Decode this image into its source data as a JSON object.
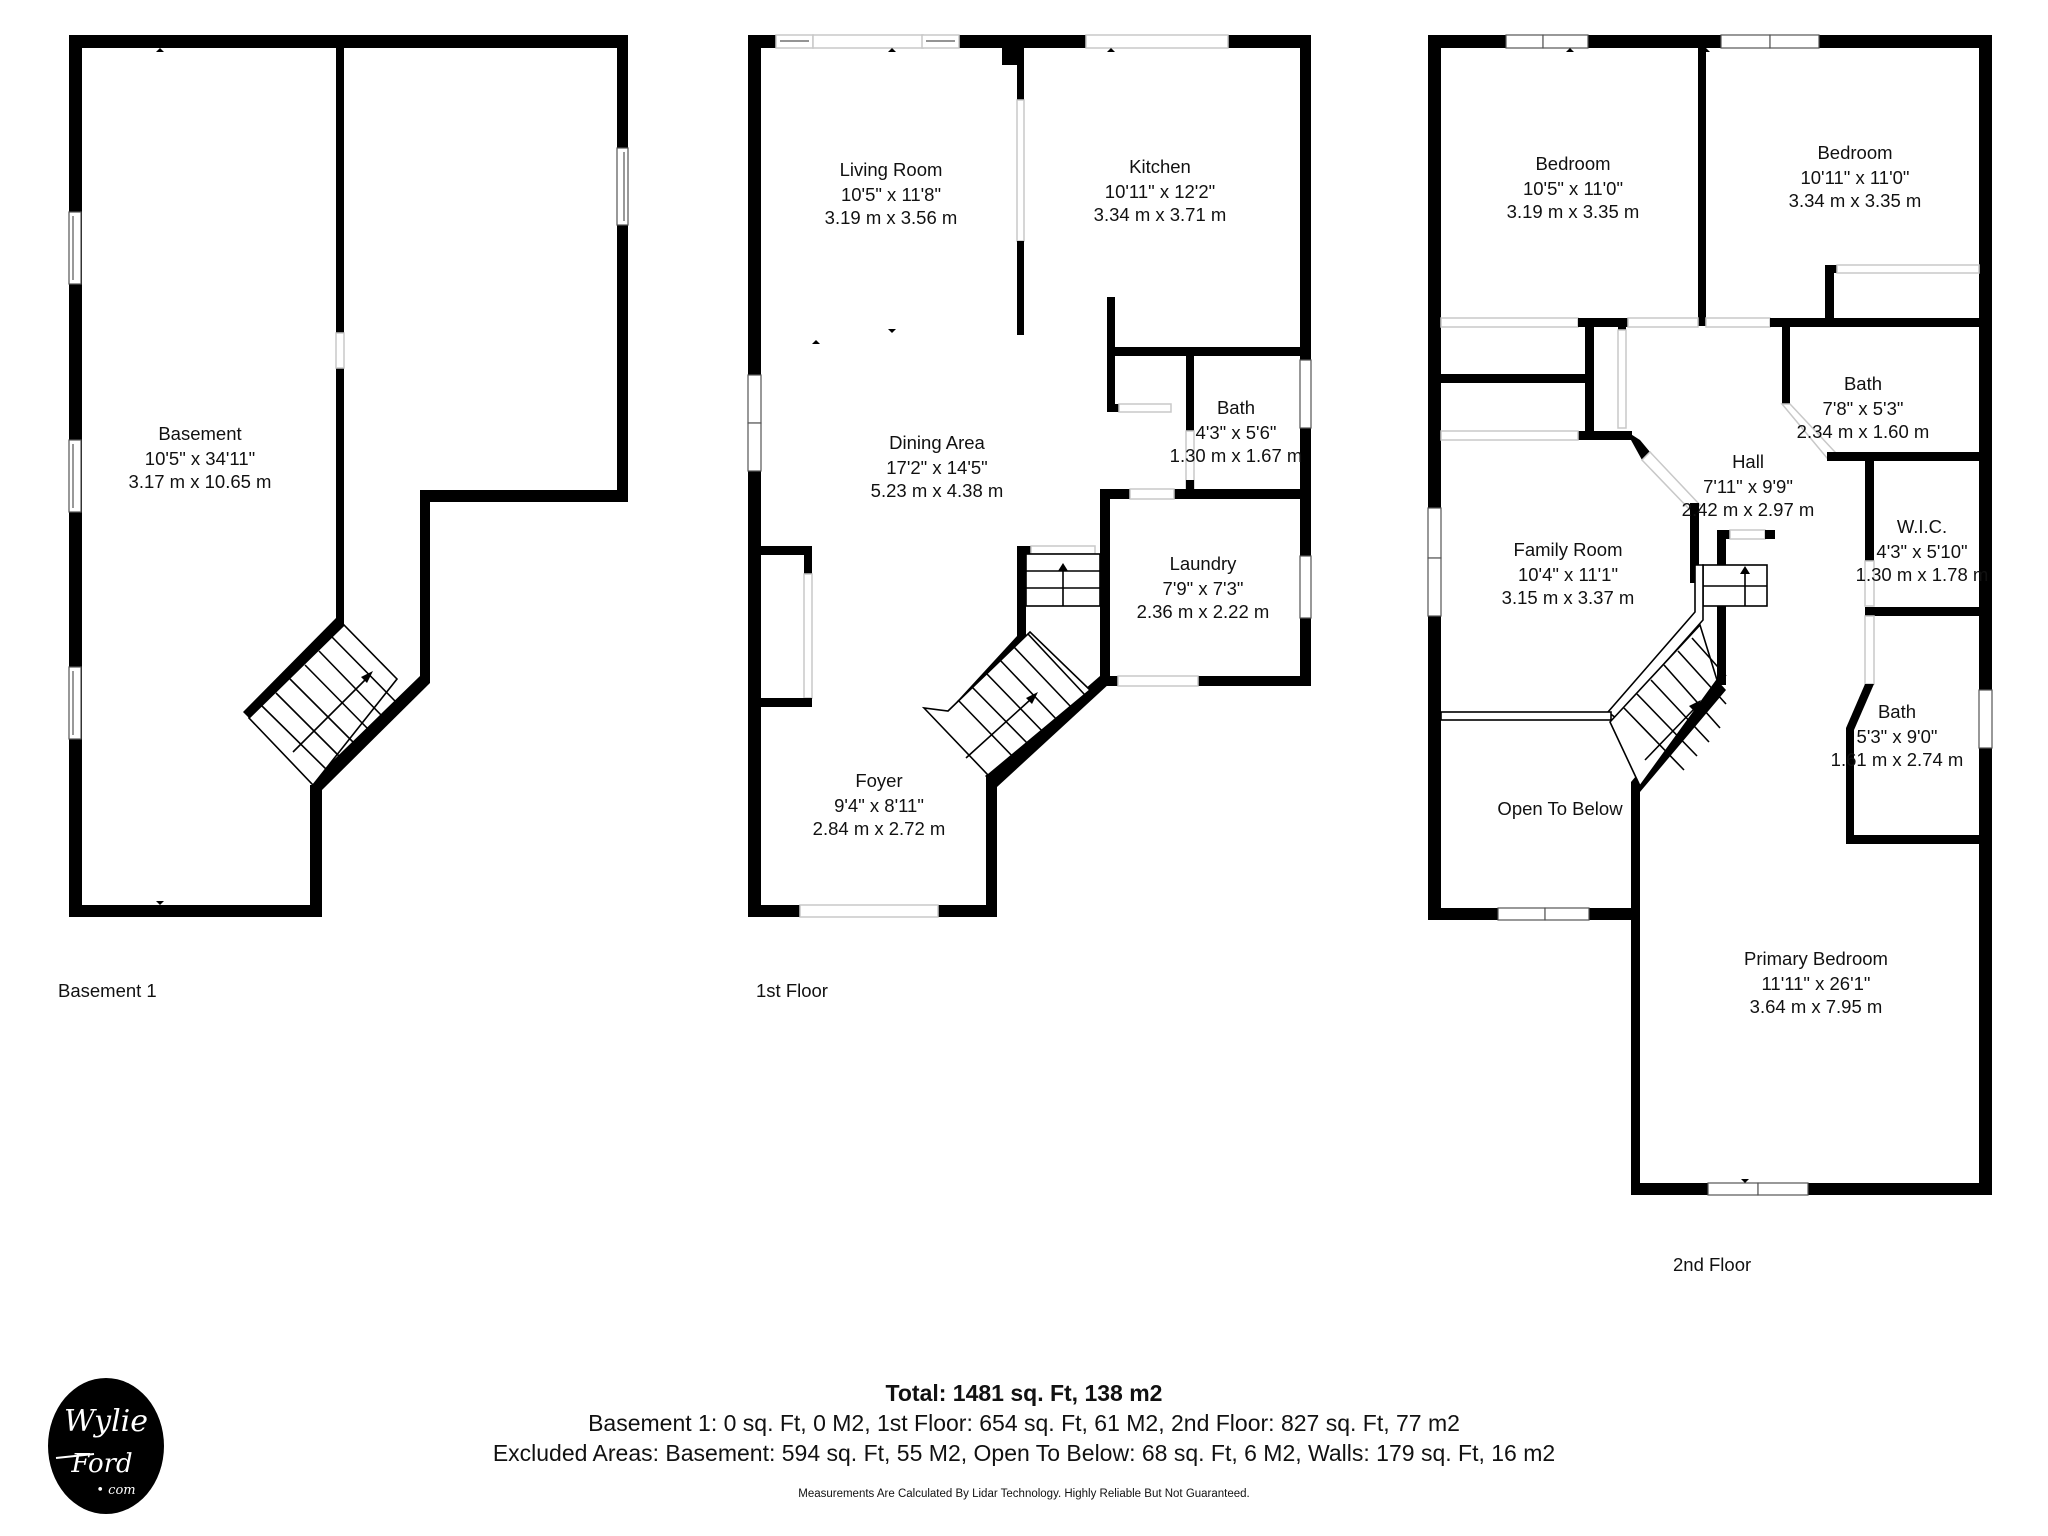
{
  "plans": {
    "basement": {
      "floor_label": "Basement 1",
      "rooms": [
        {
          "name": "Basement",
          "imperial": "10'5\" x 34'11\"",
          "metric": "3.17 m x 10.65 m"
        }
      ]
    },
    "first_floor": {
      "floor_label": "1st Floor",
      "rooms": [
        {
          "name": "Living Room",
          "imperial": "10'5\" x 11'8\"",
          "metric": "3.19 m x 3.56 m"
        },
        {
          "name": "Kitchen",
          "imperial": "10'11\" x 12'2\"",
          "metric": "3.34 m x 3.71 m"
        },
        {
          "name": "Bath",
          "imperial": "4'3\" x 5'6\"",
          "metric": "1.30 m x 1.67 m"
        },
        {
          "name": "Dining Area",
          "imperial": "17'2\" x 14'5\"",
          "metric": "5.23 m x 4.38 m"
        },
        {
          "name": "Laundry",
          "imperial": "7'9\" x 7'3\"",
          "metric": "2.36 m x 2.22 m"
        },
        {
          "name": "Foyer",
          "imperial": "9'4\" x 8'11\"",
          "metric": "2.84 m x 2.72 m"
        }
      ]
    },
    "second_floor": {
      "floor_label": "2nd Floor",
      "rooms": [
        {
          "name": "Bedroom",
          "imperial": "10'5\" x 11'0\"",
          "metric": "3.19 m x 3.35 m"
        },
        {
          "name": "Bedroom",
          "imperial": "10'11\" x 11'0\"",
          "metric": "3.34 m x 3.35 m"
        },
        {
          "name": "Bath",
          "imperial": "7'8\" x 5'3\"",
          "metric": "2.34 m x 1.60 m"
        },
        {
          "name": "Hall",
          "imperial": "7'11\" x 9'9\"",
          "metric": "2.42 m x 2.97 m"
        },
        {
          "name": "W.I.C.",
          "imperial": "4'3\" x 5'10\"",
          "metric": "1.30 m x 1.78 m"
        },
        {
          "name": "Family Room",
          "imperial": "10'4\" x 11'1\"",
          "metric": "3.15 m x 3.37 m"
        },
        {
          "name": "Bath",
          "imperial": "5'3\" x 9'0\"",
          "metric": "1.61 m x 2.74 m"
        },
        {
          "name": "Open To Below",
          "imperial": "",
          "metric": ""
        },
        {
          "name": "Primary Bedroom",
          "imperial": "11'11\" x 26'1\"",
          "metric": "3.64 m x 7.95 m"
        }
      ]
    }
  },
  "summary": {
    "total": "Total: 1481 sq. Ft, 138 m2",
    "floors": "Basement 1: 0 sq. Ft, 0 M2, 1st Floor: 654 sq. Ft, 61 M2, 2nd Floor: 827 sq. Ft, 77 m2",
    "excluded": "Excluded Areas: Basement: 594 sq. Ft, 55 M2, Open To Below: 68 sq. Ft, 6 M2, Walls: 179 sq. Ft, 16 m2",
    "disclaimer": "Measurements Are Calculated By Lidar Technology. Highly Reliable But Not Guaranteed."
  },
  "logo": {
    "line1": "Wylie",
    "line2": "Ford",
    "line3": "• com",
    "icon": "wylie-ford-logo"
  },
  "colors": {
    "wall": "#000000",
    "background": "#ffffff",
    "window_stroke": "#555555",
    "door_opening": "#c8c8c8"
  }
}
